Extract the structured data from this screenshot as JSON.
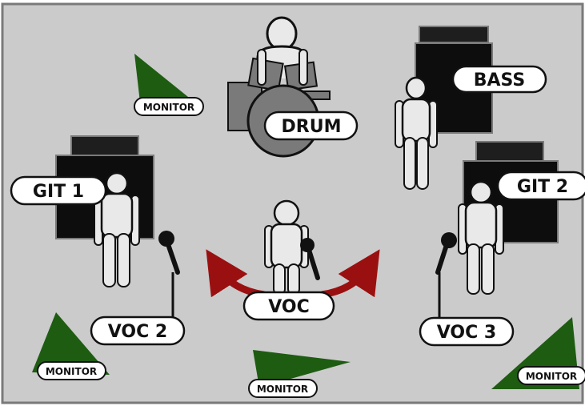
{
  "labels": {
    "drum": "DRUM",
    "bass": "BASS",
    "git1": "GIT 1",
    "git2": "GIT 2",
    "voc": "VOC",
    "voc2": "VOC 2",
    "voc3": "VOC 3"
  },
  "monitors": {
    "top_left": "MONITOR",
    "bottom_left": "MONITOR",
    "bottom_center": "MONITOR",
    "bottom_right": "MONITOR"
  },
  "colors": {
    "stage": "#cbcbcb",
    "frame": "#7a7a7a",
    "monitor": "#1e5c12",
    "amp": "#0d0d0d",
    "amp_head": "#1e1e1e",
    "drum": "#7a7a7a",
    "person": "#e9e9e9",
    "arrow": "#9a1010"
  },
  "icons": {
    "person": "person-icon",
    "microphone": "microphone-icon",
    "monitor": "stage-monitor-wedge",
    "amp": "amplifier-cabinet",
    "arrows": "curved-arrows"
  }
}
